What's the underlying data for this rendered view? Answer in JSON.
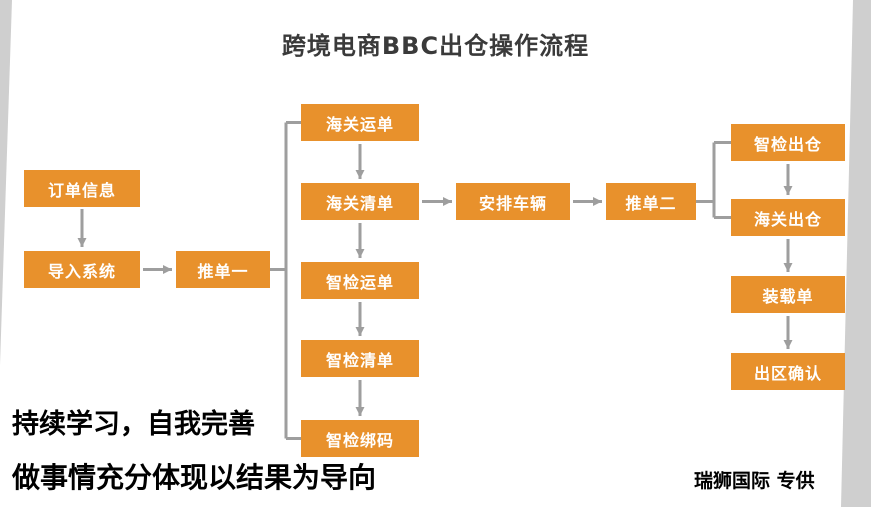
{
  "title": "跨境电商BBC出仓操作流程",
  "flow": {
    "order_info": "订单信息",
    "import_system": "导入系统",
    "push_order_1": "推单一",
    "customs_waybill": "海关运单",
    "customs_list": "海关清单",
    "smart_check_waybill": "智检运单",
    "smart_check_list": "智检清单",
    "smart_check_binding": "智检绑码",
    "arrange_vehicle": "安排车辆",
    "push_order_2": "推单二",
    "smart_check_exit": "智检出仓",
    "customs_exit": "海关出仓",
    "loading_list": "装载单",
    "exit_zone_confirm": "出区确认"
  },
  "footer": {
    "slogan_line1": "持续学习，自我完善",
    "slogan_line2": "做事情充分体现以结果为导向",
    "brand": "瑞狮国际 专供"
  },
  "colors": {
    "box_fill": "#E8912C",
    "box_text": "#FFFFFF",
    "connector": "#9E9E9E",
    "background_edge": "#CFCFCF",
    "title_text": "#3A3A3A",
    "slogan_text": "#000000"
  }
}
